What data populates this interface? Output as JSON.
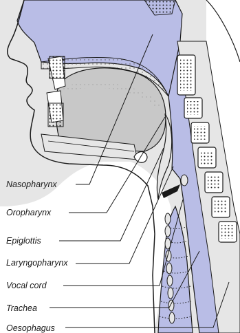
{
  "diagram": {
    "labels": {
      "nasopharynx": "Nasopharynx",
      "oropharynx": "Oropharynx",
      "epiglottis": "Epiglottis",
      "laryngopharynx": "Laryngopharynx",
      "vocal_cord": "Vocal cord",
      "trachea": "Trachea",
      "oesophagus": "Oesophagus"
    },
    "colors": {
      "airway": "#b9bde6",
      "tissue": "#e6e6e6",
      "tongue": "#c8c8c8",
      "outline": "#1a1a1a",
      "background": "#ffffff"
    }
  }
}
